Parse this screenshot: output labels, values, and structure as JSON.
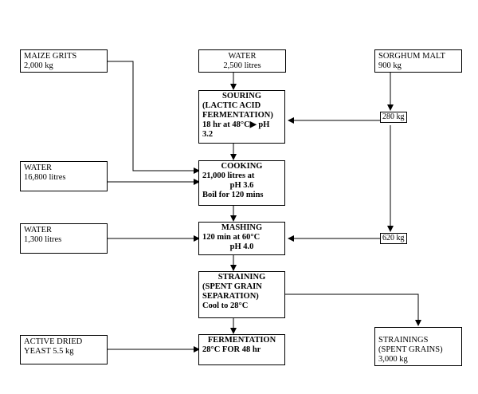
{
  "inputs": {
    "maize": [
      "MAIZE GRITS",
      "2,000 kg"
    ],
    "water1": [
      "WATER",
      "2,500 litres"
    ],
    "malt": [
      "SORGHUM MALT",
      "900 kg"
    ],
    "water2": [
      "WATER",
      "16,800 litres"
    ],
    "water3": [
      "WATER",
      "1,300 litres"
    ],
    "yeast": [
      "ACTIVE DRIED",
      "YEAST  5.5 kg"
    ]
  },
  "process": {
    "souring": [
      "SOURING",
      "(LACTIC ACID",
      "FERMENTATION)",
      "18 hr at 48°C▶   pH",
      "3.2"
    ],
    "cooking": [
      "COOKING",
      "21,000 litres at",
      "pH 3.6",
      "Boil for 120 mins"
    ],
    "mashing": [
      "MASHING",
      "120 min at 60°C",
      "pH 4.0"
    ],
    "straining": [
      "STRAINING",
      "(SPENT GRAIN",
      "SEPARATION)",
      "Cool to 28°C"
    ],
    "fermentation": [
      "FERMENTATION",
      "28°C FOR 48 hr"
    ]
  },
  "outputs": {
    "strainings": [
      "STRAININGS",
      "(SPENT GRAINS)",
      "3,000 kg"
    ]
  },
  "splits": {
    "malt_to_souring": "280 kg",
    "malt_to_mashing": "620 kg"
  }
}
